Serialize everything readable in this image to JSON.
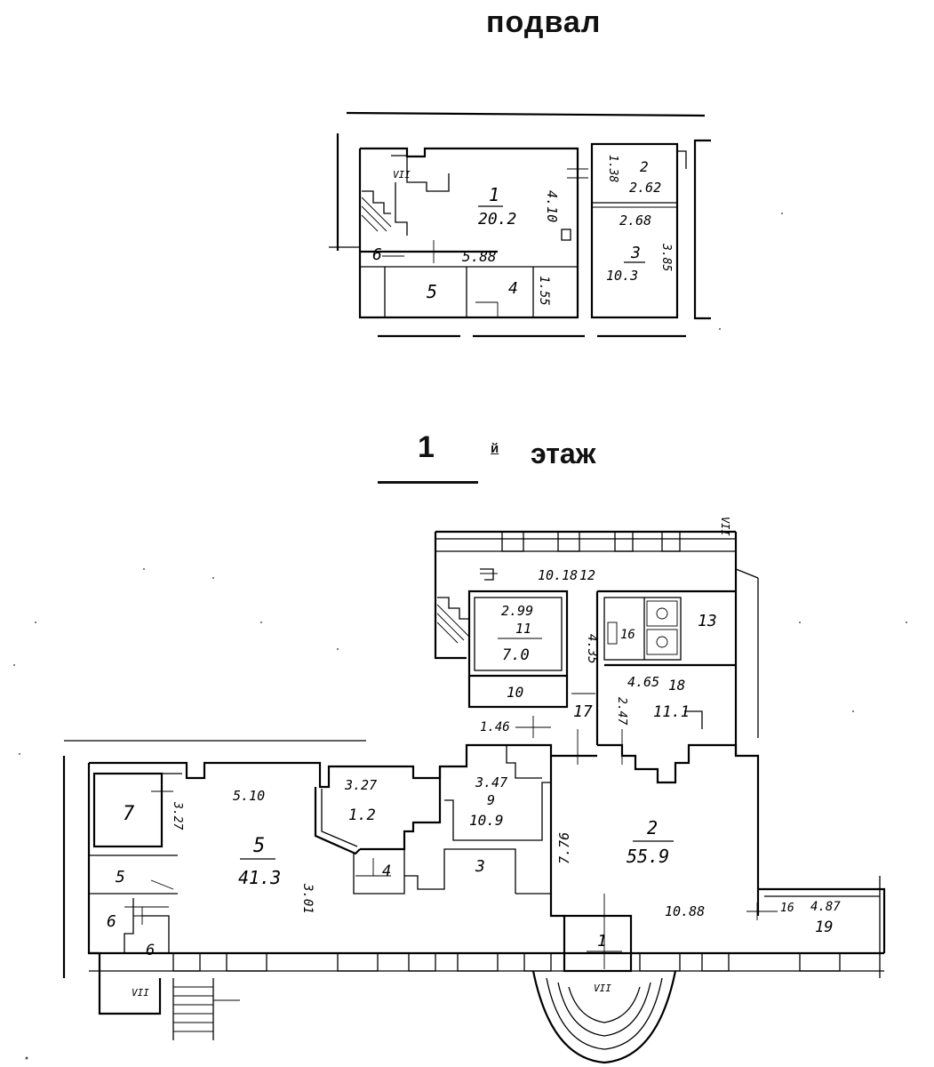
{
  "headings": {
    "basement": "подвал",
    "floor_number": "1",
    "floor_sup": "й",
    "floor_word": "этаж"
  },
  "basement_labels": {
    "room_1_num": "1",
    "room_1_area": "20.2",
    "room_2_num": "2",
    "room_2_area": "2.62",
    "room_3_num": "3",
    "room_3_area": "10.3",
    "room_4_num": "4",
    "room_5_num": "5",
    "room_6_num": "6",
    "dim_5_88": "5.88",
    "dim_4_10": "4.10",
    "dim_1_55": "1.55",
    "dim_2_68": "2.68",
    "dim_1_38": "1.38",
    "dim_3_85": "3.85",
    "stair_vii": "VII"
  },
  "floor_labels": {
    "stair_top_vii": "VII",
    "room_2_num": "2",
    "room_2_area": "55.9",
    "room_5_num": "5",
    "room_5_area": "41.3",
    "room_7_num": "7",
    "room_9_num": "9",
    "room_9_area": "10.9",
    "room_10_num": "10",
    "room_11_num": "11",
    "room_11_area": "7.0",
    "room_13_num": "13",
    "room_16_num": "16",
    "room_17_num": "17",
    "room_18_num": "18",
    "room_18_area": "11.1",
    "room_19_num": "19",
    "room_1_num": "1",
    "room_3_num": "3",
    "room_4_num": "4",
    "room_5b_num": "5",
    "room_6_num": "6",
    "room_6b_num": "6",
    "room_8_area": "1.2",
    "dim_5_10": "5.10",
    "dim_3_27": "3.27",
    "dim_10_18": "10.18",
    "dim_12": "12",
    "dim_2_99": "2.99",
    "dim_4_35": "4.35",
    "dim_1_46": "1.46",
    "dim_4_65": "4.65",
    "dim_3_47": "3.47",
    "dim_10_88": "10.88",
    "dim_4_87": "4.87",
    "dim_7_76": "7.76",
    "dim_2_47": "2.47",
    "dim_3_01": "3.01",
    "stair_vii_left": "VII",
    "stair_vii_bottom": "VII"
  }
}
